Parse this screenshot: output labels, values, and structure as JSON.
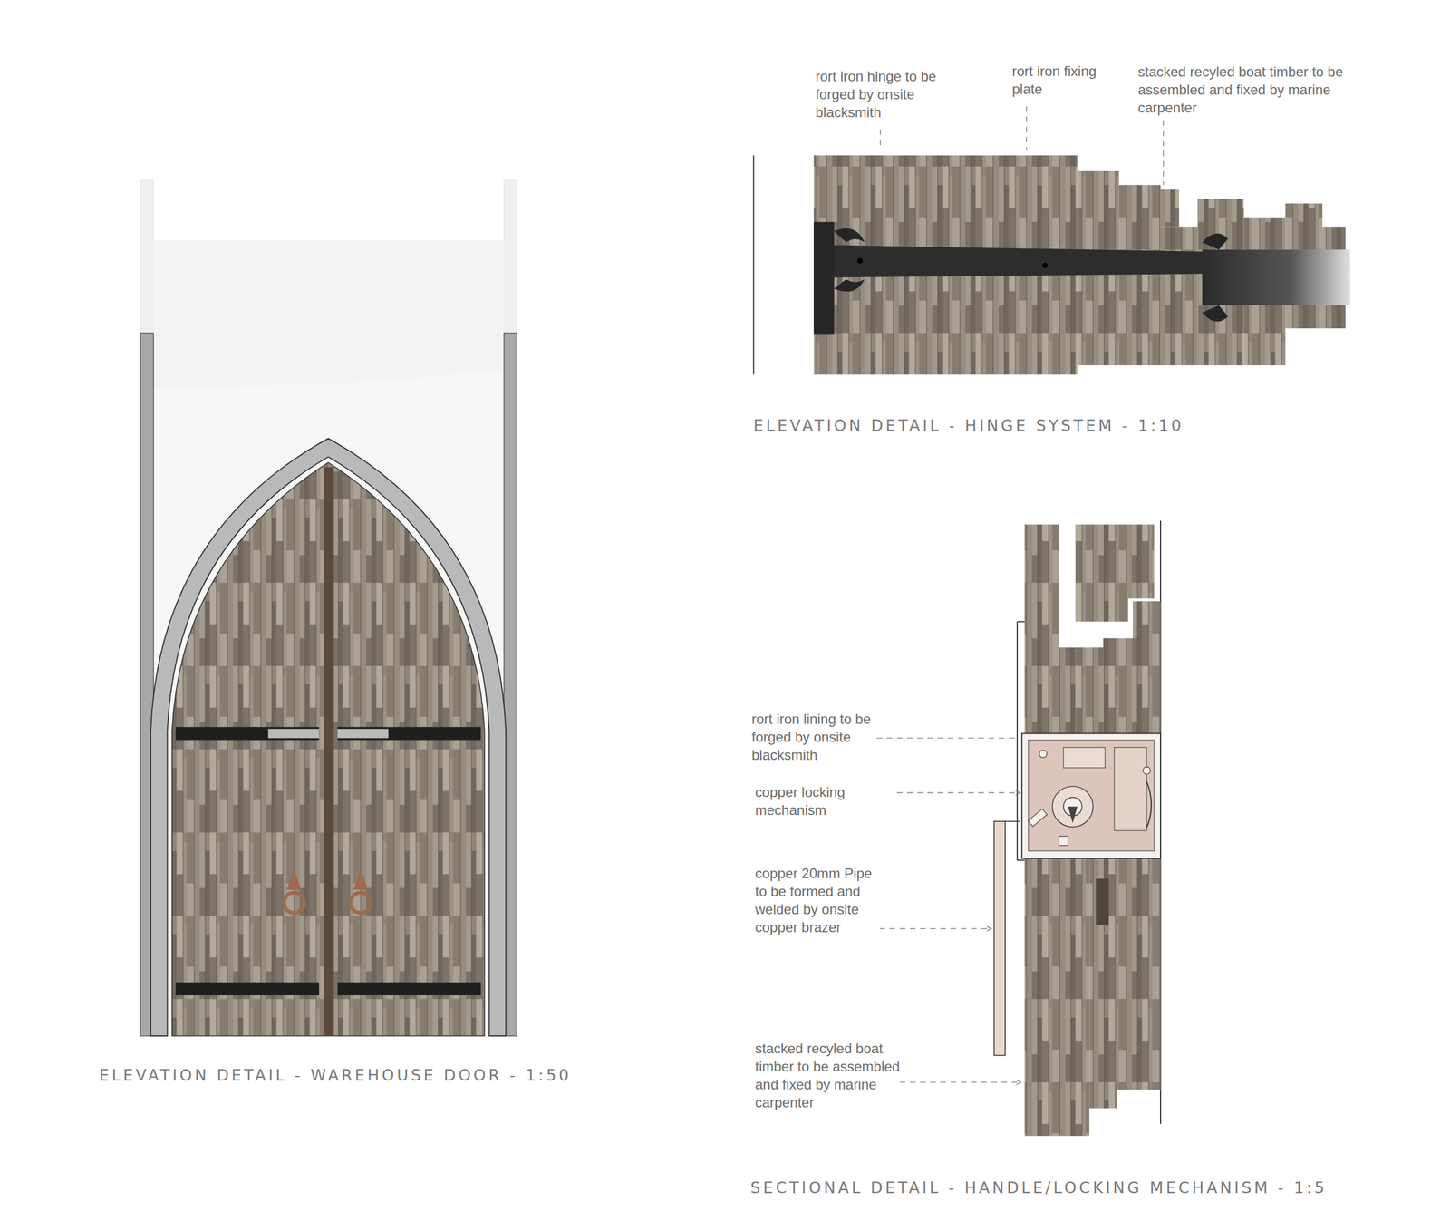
{
  "diagram": {
    "labels": [
      "rort iron hinge to be forged by onsite blacksmith",
      "rort iron fixing plate",
      "stacked recyled boat timber to be assembled and fixed by marine carpenter",
      "ELEVATION DETAIL - HINGE SYSTEM - 1:10",
      "ELEVATION DETAIL - WAREHOUSE DOOR - 1:50",
      "rort iron lining to be forged by onsite blacksmith",
      "copper locking mechanism",
      "copper 20mm Pipe to be formed and welded by onsite copper brazer",
      "stacked recyled boat timber to be assembled and fixed by marine carpenter",
      "SECTIONAL DETAIL - HANDLE/LOCKING MECHANISM - 1:5"
    ]
  }
}
